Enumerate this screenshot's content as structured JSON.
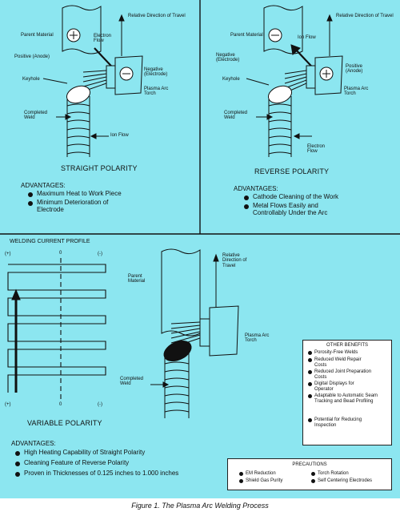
{
  "caption": "Figure 1. The Plasma Arc Welding Process",
  "straight": {
    "labels": {
      "direction": "Relative Direction of Travel",
      "parent_material": "Parent Material",
      "electron_flow": "Electron Flow",
      "positive": "Positive (Anode)",
      "negative": "Negative (Electrode)",
      "keyhole": "Keyhole",
      "torch": "Plasma Arc Torch",
      "completed_weld": "Completed Weld",
      "ion_flow": "Ion Flow"
    },
    "title": "STRAIGHT POLARITY",
    "advantages_heading": "ADVANTAGES:",
    "advantages": [
      "Maximum Heat to Work Piece",
      "Minimum Deterioration of Electrode"
    ]
  },
  "reverse": {
    "labels": {
      "direction": "Relative Direction of Travel",
      "parent_material": "Parent Material",
      "ion_flow": "Ion Flow",
      "negative": "Negative (Electrode)",
      "positive": "Positive (Anode)",
      "keyhole": "Keyhole",
      "torch": "Plasma Arc Torch",
      "completed_weld": "Completed Weld",
      "electron_flow": "Electron Flow"
    },
    "title": "REVERSE POLARITY",
    "advantages_heading": "ADVANTAGES:",
    "advantages": [
      "Cathode Cleaning of the Work",
      "Metal Flows Easily and Controllably Under the Arc"
    ]
  },
  "variable": {
    "profile_title": "WELDING CURRENT PROFILE",
    "sign_plus": "(+)",
    "zero": "0",
    "sign_minus": "(-)",
    "labels": {
      "parent_material": "Parent Material",
      "direction": "Relative Direction of Travel",
      "torch": "Plasma Arc Torch",
      "completed_weld": "Completed Weld"
    },
    "title": "VARIABLE POLARITY",
    "advantages_heading": "ADVANTAGES:",
    "advantages": [
      "High Heating Capability of Straight Polarity",
      "Cleaning Feature of Reverse Polarity",
      "Proven in Thicknesses of 0.125 inches to 1.000 inches"
    ]
  },
  "other_benefits": {
    "heading": "OTHER BENEFITS",
    "items": [
      "Porosity-Free Welds",
      "Reduced Weld Repair Costs",
      "Reduced Joint Preparation Costs",
      "Digital Displays for Operator",
      "Adaptable to Automatic Seam Tracking and Bead Profiling",
      "Potential for Reducing Inspection"
    ]
  },
  "precautions": {
    "heading": "PRECAUTIONS",
    "items": [
      "EM Reduction",
      "Torch Rotation",
      "Shield Gas Purity",
      "Self Centering Electrodes"
    ]
  }
}
